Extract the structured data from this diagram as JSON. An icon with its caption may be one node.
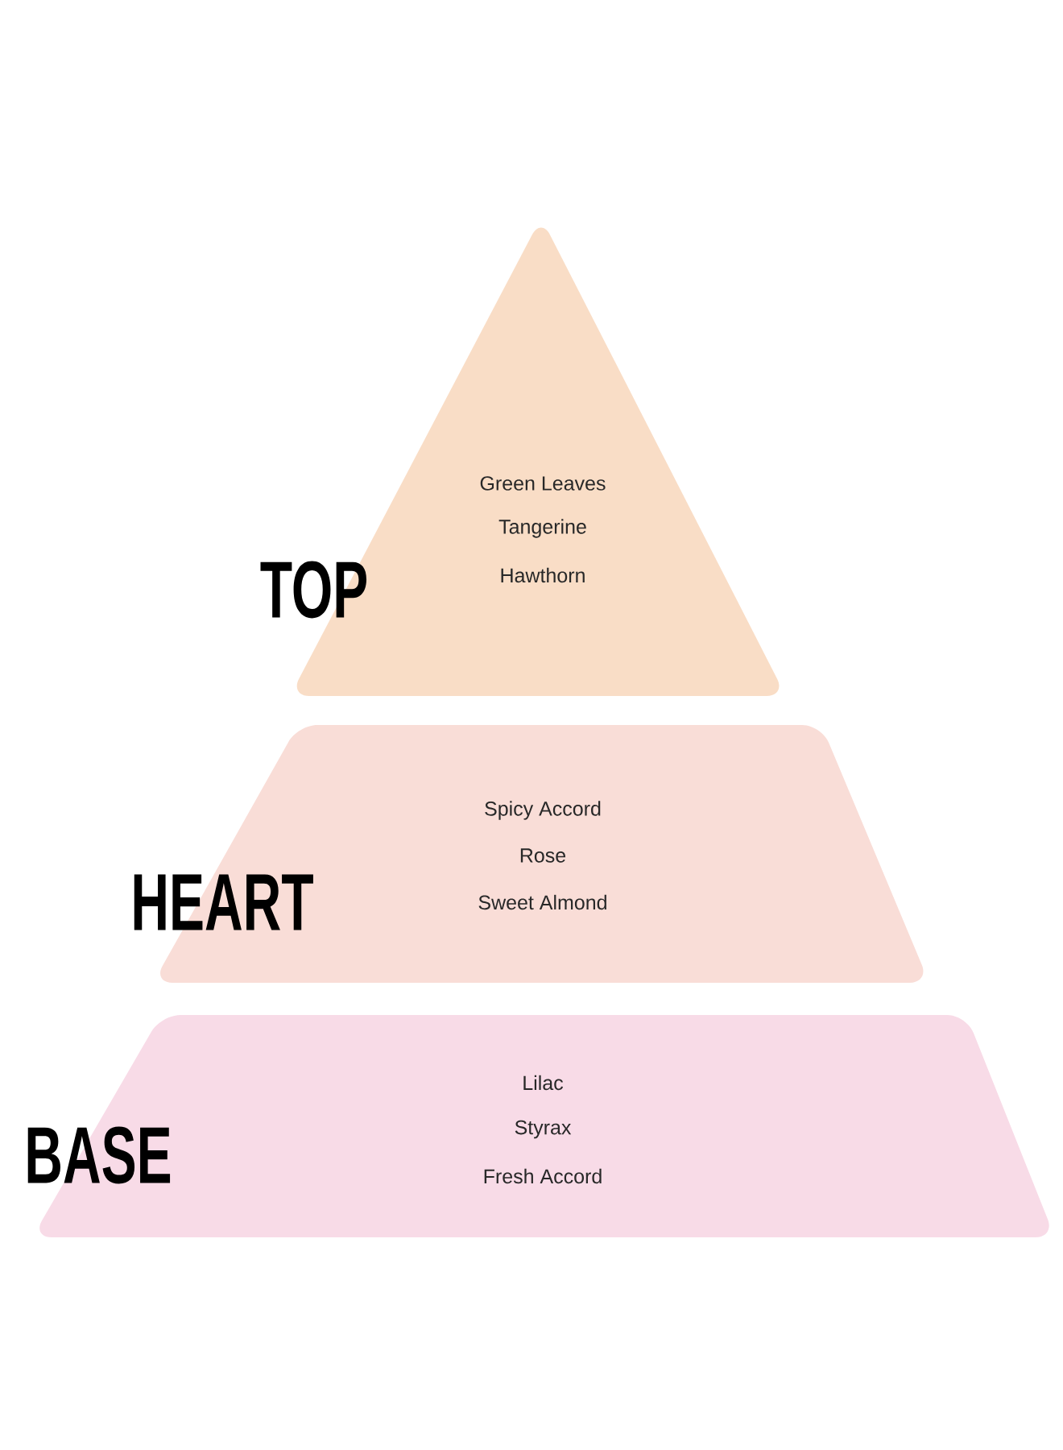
{
  "diagram": {
    "nodes": [
      {
        "text": [
          "TOP",
          "Green Leaves",
          "Tangerine",
          "Hawthorn"
        ]
      },
      {
        "text": [
          "HEART",
          "Spicy Accord",
          "Rose",
          "Sweet Almond"
        ]
      },
      {
        "text": [
          "BASE",
          "Lilac",
          "Styrax",
          "Fresh Accord"
        ]
      }
    ]
  }
}
